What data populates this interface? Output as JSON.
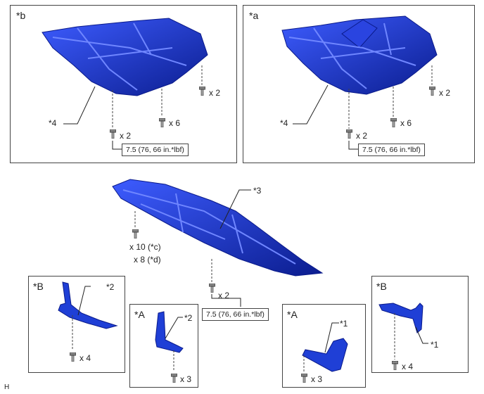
{
  "panels": {
    "b": {
      "tag": "*b",
      "callout": "*4",
      "qty_side": "x 2",
      "qty_front": "x 2",
      "qty_center": "x 6",
      "torque": "7.5 (76, 66 in.*lbf)"
    },
    "a": {
      "tag": "*a",
      "callout": "*4",
      "qty_side": "x 2",
      "qty_front": "x 2",
      "qty_center": "x 6",
      "torque": "7.5 (76, 66 in.*lbf)"
    }
  },
  "center": {
    "callout": "*3",
    "qty_1": "x 10 (*c)",
    "qty_2": "x 8 (*d)",
    "qty_3": "x 2",
    "torque": "7.5 (76, 66 in.*lbf)"
  },
  "small_panels": {
    "bl": {
      "tag": "*B",
      "callout": "*2",
      "qty": "x 4"
    },
    "al": {
      "tag": "*A",
      "callout": "*2",
      "qty": "x 3"
    },
    "ar": {
      "tag": "*A",
      "callout": "*1",
      "qty": "x 3"
    },
    "br": {
      "tag": "*B",
      "callout": "*1",
      "qty": "x 4"
    }
  },
  "corner_mark": "H",
  "colors": {
    "part_blue": "#1f3fd6",
    "part_dark": "#0a1a8a",
    "border": "#444444"
  }
}
